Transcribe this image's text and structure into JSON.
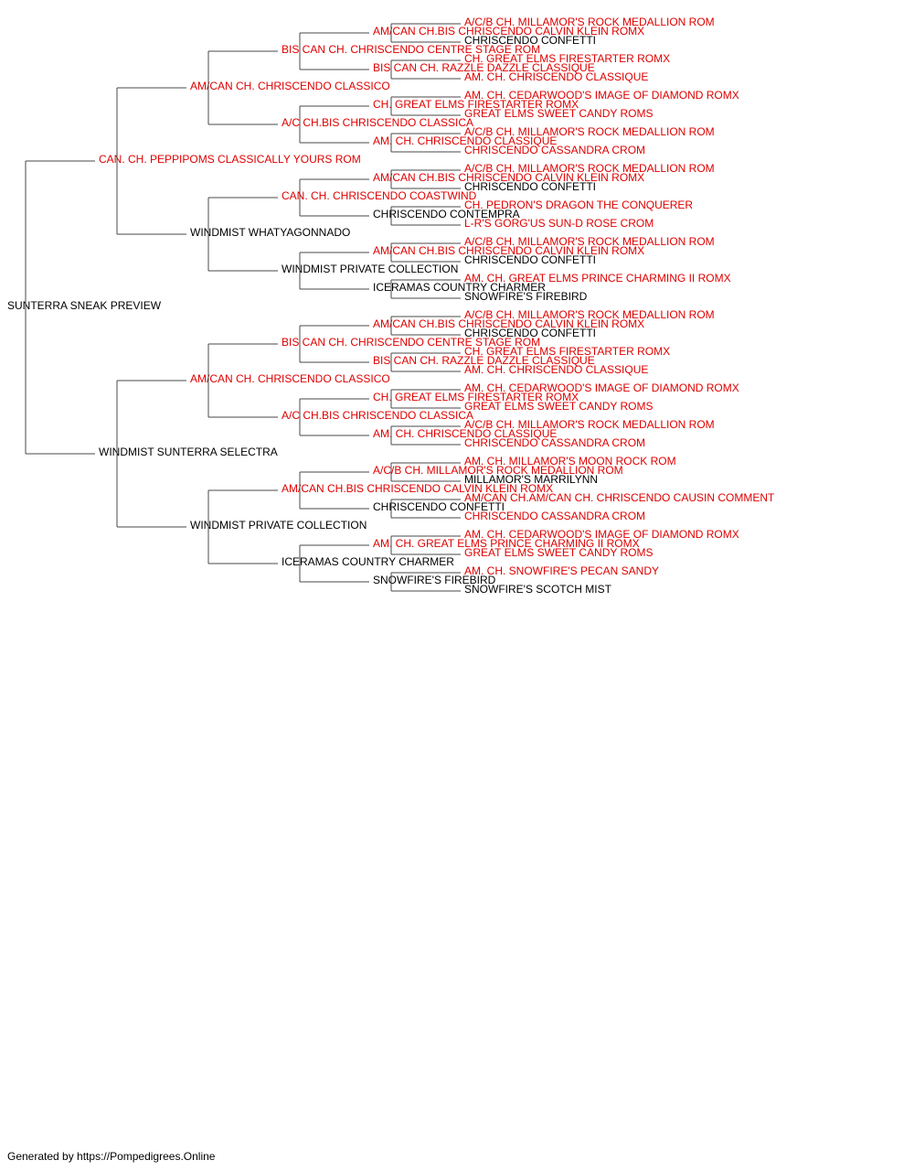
{
  "colors": {
    "titled": "#e00000",
    "plain": "#000000",
    "line": "#4a4a4a"
  },
  "footer": "Generated by https://Pompedigrees.Online",
  "pedigree": {
    "name": "SUNTERRA SNEAK PREVIEW",
    "titled": false,
    "sire": {
      "name": "CAN. CH. PEPPIPOMS CLASSICALLY YOURS ROM",
      "titled": true,
      "sire": {
        "name": "AM/CAN CH. CHRISCENDO CLASSICO",
        "titled": true,
        "sire": {
          "name": "BIS CAN CH. CHRISCENDO CENTRE STAGE ROM",
          "titled": true,
          "sire": {
            "name": "AM/CAN CH.BIS CHRISCENDO CALVIN KLEIN ROMX",
            "titled": true,
            "sire": {
              "name": "A/C/B CH. MILLAMOR'S ROCK MEDALLION ROM",
              "titled": true
            },
            "dam": {
              "name": "CHRISCENDO CONFETTI",
              "titled": false
            }
          },
          "dam": {
            "name": "BIS CAN CH. RAZZLE DAZZLE CLASSIQUE",
            "titled": true,
            "sire": {
              "name": "CH. GREAT ELMS FIRESTARTER ROMX",
              "titled": true
            },
            "dam": {
              "name": "AM. CH. CHRISCENDO CLASSIQUE",
              "titled": true
            }
          }
        },
        "dam": {
          "name": "A/C CH.BIS CHRISCENDO CLASSICA",
          "titled": true,
          "sire": {
            "name": "CH. GREAT ELMS FIRESTARTER ROMX",
            "titled": true,
            "sire": {
              "name": "AM. CH. CEDARWOOD'S IMAGE OF DIAMOND ROMX",
              "titled": true
            },
            "dam": {
              "name": "GREAT ELMS SWEET CANDY ROMS",
              "titled": true
            }
          },
          "dam": {
            "name": "AM. CH. CHRISCENDO CLASSIQUE",
            "titled": true,
            "sire": {
              "name": "A/C/B CH. MILLAMOR'S ROCK MEDALLION ROM",
              "titled": true
            },
            "dam": {
              "name": "CHRISCENDO CASSANDRA CROM",
              "titled": true
            }
          }
        }
      },
      "dam": {
        "name": "WINDMIST WHATYAGONNADO",
        "titled": false,
        "sire": {
          "name": "CAN. CH. CHRISCENDO COASTWIND",
          "titled": true,
          "sire": {
            "name": "AM/CAN CH.BIS CHRISCENDO CALVIN KLEIN ROMX",
            "titled": true,
            "sire": {
              "name": "A/C/B CH. MILLAMOR'S ROCK MEDALLION ROM",
              "titled": true
            },
            "dam": {
              "name": "CHRISCENDO CONFETTI",
              "titled": false
            }
          },
          "dam": {
            "name": "CHRISCENDO CONTEMPRA",
            "titled": false,
            "sire": {
              "name": "CH. PEDRON'S DRAGON THE CONQUERER",
              "titled": true
            },
            "dam": {
              "name": "L-R'S GORG'US SUN-D ROSE CROM",
              "titled": true
            }
          }
        },
        "dam": {
          "name": "WINDMIST PRIVATE COLLECTION",
          "titled": false,
          "sire": {
            "name": "AM/CAN CH.BIS CHRISCENDO CALVIN KLEIN ROMX",
            "titled": true,
            "sire": {
              "name": "A/C/B CH. MILLAMOR'S ROCK MEDALLION ROM",
              "titled": true
            },
            "dam": {
              "name": "CHRISCENDO CONFETTI",
              "titled": false
            }
          },
          "dam": {
            "name": "ICERAMAS COUNTRY CHARMER",
            "titled": false,
            "sire": {
              "name": "AM. CH. GREAT ELMS PRINCE CHARMING II ROMX",
              "titled": true
            },
            "dam": {
              "name": "SNOWFIRE'S FIREBIRD",
              "titled": false
            }
          }
        }
      }
    },
    "dam": {
      "name": "WINDMIST SUNTERRA SELECTRA",
      "titled": false,
      "sire": {
        "name": "AM/CAN CH. CHRISCENDO CLASSICO",
        "titled": true,
        "sire": {
          "name": "BIS CAN CH. CHRISCENDO CENTRE STAGE ROM",
          "titled": true,
          "sire": {
            "name": "AM/CAN CH.BIS CHRISCENDO CALVIN KLEIN ROMX",
            "titled": true,
            "sire": {
              "name": "A/C/B CH. MILLAMOR'S ROCK MEDALLION ROM",
              "titled": true
            },
            "dam": {
              "name": "CHRISCENDO CONFETTI",
              "titled": false
            }
          },
          "dam": {
            "name": "BIS CAN CH. RAZZLE DAZZLE CLASSIQUE",
            "titled": true,
            "sire": {
              "name": "CH. GREAT ELMS FIRESTARTER ROMX",
              "titled": true
            },
            "dam": {
              "name": "AM. CH. CHRISCENDO CLASSIQUE",
              "titled": true
            }
          }
        },
        "dam": {
          "name": "A/C CH.BIS CHRISCENDO CLASSICA",
          "titled": true,
          "sire": {
            "name": "CH. GREAT ELMS FIRESTARTER ROMX",
            "titled": true,
            "sire": {
              "name": "AM. CH. CEDARWOOD'S IMAGE OF DIAMOND ROMX",
              "titled": true
            },
            "dam": {
              "name": "GREAT ELMS SWEET CANDY ROMS",
              "titled": true
            }
          },
          "dam": {
            "name": "AM. CH. CHRISCENDO CLASSIQUE",
            "titled": true,
            "sire": {
              "name": "A/C/B CH. MILLAMOR'S ROCK MEDALLION ROM",
              "titled": true
            },
            "dam": {
              "name": "CHRISCENDO CASSANDRA CROM",
              "titled": true
            }
          }
        }
      },
      "dam": {
        "name": "WINDMIST PRIVATE COLLECTION",
        "titled": false,
        "sire": {
          "name": "AM/CAN CH.BIS CHRISCENDO CALVIN KLEIN ROMX",
          "titled": true,
          "sire": {
            "name": "A/C/B CH. MILLAMOR'S ROCK MEDALLION ROM",
            "titled": true,
            "sire": {
              "name": "AM. CH. MILLAMOR'S MOON ROCK ROM",
              "titled": true
            },
            "dam": {
              "name": "MILLAMOR'S MARRILYNN",
              "titled": false
            }
          },
          "dam": {
            "name": "CHRISCENDO CONFETTI",
            "titled": false,
            "sire": {
              "name": "AM/CAN CH.AM/CAN CH. CHRISCENDO CAUSIN COMMENT",
              "titled": true
            },
            "dam": {
              "name": "CHRISCENDO CASSANDRA CROM",
              "titled": true
            }
          }
        },
        "dam": {
          "name": "ICERAMAS COUNTRY CHARMER",
          "titled": false,
          "sire": {
            "name": "AM. CH. GREAT ELMS PRINCE CHARMING II ROMX",
            "titled": true,
            "sire": {
              "name": "AM. CH. CEDARWOOD'S IMAGE OF DIAMOND ROMX",
              "titled": true
            },
            "dam": {
              "name": "GREAT ELMS SWEET CANDY ROMS",
              "titled": true
            }
          },
          "dam": {
            "name": "SNOWFIRE'S FIREBIRD",
            "titled": false,
            "sire": {
              "name": "AM. CH. SNOWFIRE'S PECAN SANDY",
              "titled": true
            },
            "dam": {
              "name": "SNOWFIRE'S SCOTCH MIST",
              "titled": false
            }
          }
        }
      }
    }
  }
}
